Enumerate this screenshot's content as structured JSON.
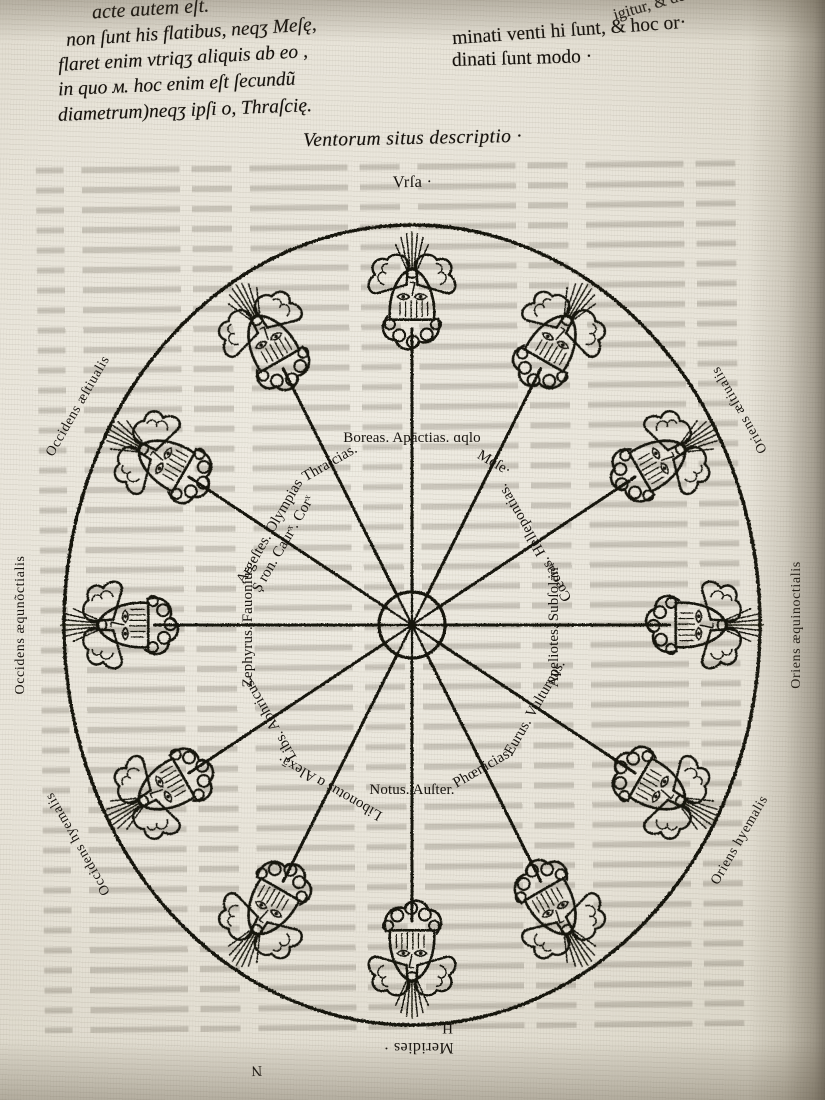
{
  "page": {
    "kind": "printed-book-page-photograph",
    "language": "Latin",
    "background_hex": "#e8e4d9",
    "ink_hex": "#17130e"
  },
  "body_text": {
    "left_column": [
      "acte autem eſt.",
      "non ſunt his flatibus, neqʒ Meſę,",
      "flaret enim vtriqʒ aliquis ab eo ,",
      "in quo ᴍ. hoc enim eſt ſecundũ",
      "diametrum)neqʒ ipſi ᴏ, Thraſcię."
    ],
    "right_column": [
      "minati venti hi ſunt, & hoc or·",
      "dinati ſunt modo ·"
    ],
    "right_column_clipped": [
      "igitur, & deter·"
    ]
  },
  "figure": {
    "caption": "Ventorum situs descriptio ·",
    "cardinals": {
      "north": "Vrſa ·",
      "south": "Meridies ·"
    },
    "rim_labels": [
      {
        "text": "Occidens æſtiualis",
        "position": "upper-left"
      },
      {
        "text": "Occidens æqunõctialis",
        "position": "left"
      },
      {
        "text": "Occidens hyemalis",
        "position": "lower-left"
      },
      {
        "text": "Oriens æſtiualis",
        "position": "upper-right"
      },
      {
        "text": "Oriens æquinoctialis",
        "position": "right"
      },
      {
        "text": "Oriens hyemalis",
        "position": "lower-right"
      }
    ],
    "corner_marks": [
      {
        "text": "N",
        "position": "bottom-left-inner"
      },
      {
        "text": "H",
        "position": "bottom-center-inner"
      }
    ],
    "wind_spokes": [
      {
        "index": 0,
        "label": "Boreas. Apāctias. ɑqlo",
        "angle_deg": -90,
        "text_flip": false
      },
      {
        "index": 1,
        "label": "Meſe·",
        "angle_deg": -60,
        "text_flip": false
      },
      {
        "index": 2,
        "label": "Cœcias. Hellepontias.",
        "angle_deg": -30,
        "text_flip": true
      },
      {
        "index": 3,
        "label": "Apeliotes. Subſolanˣ",
        "angle_deg": 0,
        "text_flip": true
      },
      {
        "index": 4,
        "label": "Eurus. Vulturnus.",
        "angle_deg": 30,
        "text_flip": true
      },
      {
        "index": 5,
        "label": "Phœnicias.",
        "angle_deg": 60,
        "text_flip": true
      },
      {
        "index": 6,
        "label": "Notus. Auſter.",
        "angle_deg": 90,
        "text_flip": true
      },
      {
        "index": 7,
        "label": "Libonotus ɑ Alexā·",
        "angle_deg": 120,
        "text_flip": false
      },
      {
        "index": 8,
        "label": "Libs. Aphricus.",
        "angle_deg": 150,
        "text_flip": false
      },
      {
        "index": 9,
        "label": "Zephyrus. Fauonius.",
        "angle_deg": 180,
        "text_flip": false
      },
      {
        "index": 10,
        "label": "Argeſtes. Olympias",
        "angle_deg": 210,
        "text_flip": false
      },
      {
        "index": 11,
        "label": "Thraſcias.",
        "angle_deg": 240,
        "text_flip": false
      }
    ],
    "wind_sublabel": {
      "index": 10,
      "label": "Ș ron. Caurˣ. Corˣ"
    },
    "hub": {
      "spokes": 12,
      "description": "small wheel hub with twelve radii"
    },
    "wind_head_count": 12,
    "outer_circle": "single thick ruled circle enclosing the whole wind rose"
  }
}
